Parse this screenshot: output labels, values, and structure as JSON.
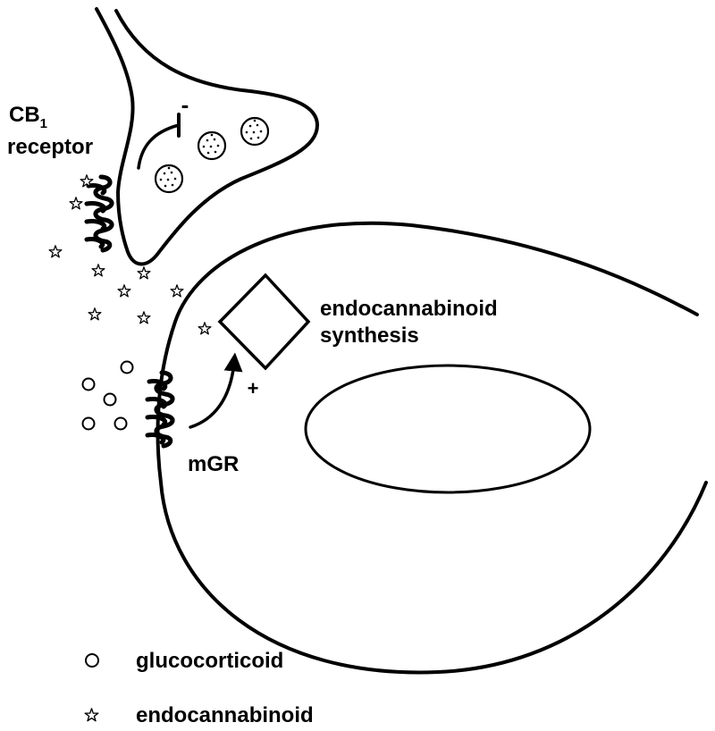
{
  "labels": {
    "cb1_main": "CB",
    "cb1_sub": "1",
    "cb1_line2": "receptor",
    "inhibit_sign": "-",
    "synthesis_line1": "endocannabinoid",
    "synthesis_line2": "synthesis",
    "plus_sign": "+",
    "mgr": "mGR"
  },
  "legend": [
    {
      "symbol": "circle-icon",
      "label": "glucocorticoid"
    },
    {
      "symbol": "star-icon",
      "label": "endocannabinoid"
    }
  ]
}
